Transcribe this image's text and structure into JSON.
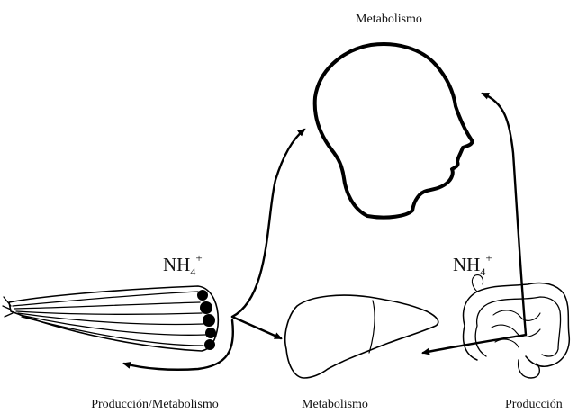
{
  "labels": {
    "brain_metabolism": "Metabolismo",
    "muscle_production_metabolism": "Producción/Metabolismo",
    "liver_metabolism": "Metabolismo",
    "gut_production": "Producción"
  },
  "ammonium": {
    "muscle": {
      "base": "NH",
      "sub": "4",
      "sup": "+"
    },
    "gut": {
      "base": "NH",
      "sub": "4",
      "sup": "+"
    }
  }
}
